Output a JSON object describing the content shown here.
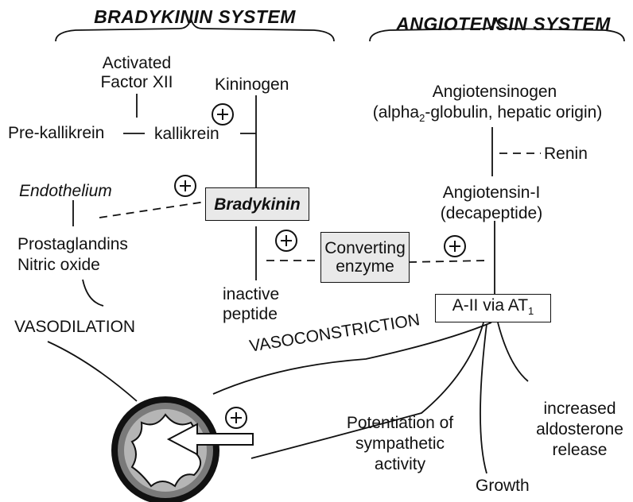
{
  "headings": {
    "bradykinin": "BRADYKININ SYSTEM",
    "angiotensin": "ANGIOTENSIN SYSTEM"
  },
  "bradykinin_system": {
    "activated_factor_line1": "Activated",
    "activated_factor_line2": "Factor XII",
    "kininogen": "Kininogen",
    "pre_kallikrein": "Pre-kallikrein",
    "kallikrein": "kallikrein",
    "endothelium": "Endothelium",
    "bradykinin": "Bradykinin",
    "prostaglandins": "Prostaglandins",
    "nitric_oxide": "Nitric oxide",
    "inactive_line1": "inactive",
    "inactive_line2": "peptide",
    "vasodilation": "VASODILATION"
  },
  "angiotensin_system": {
    "angiotensinogen": "Angiotensinogen",
    "globulin_prefix": "(alpha",
    "globulin_sub": "2",
    "globulin_suffix": "-globulin, hepatic origin)",
    "renin": "Renin",
    "angiotensin_i": "Angiotensin-I",
    "decapeptide": "(decapeptide)",
    "a2_prefix": "A-II via AT",
    "a2_sub": "1",
    "vasoconstriction": "VASOCONSTRICTION"
  },
  "converting_enzyme": {
    "line1": "Converting",
    "line2": "enzyme"
  },
  "effects": {
    "potentiation_line1": "Potentiation of",
    "potentiation_line2": "sympathetic",
    "potentiation_line3": "activity",
    "growth": "Growth",
    "aldosterone_line1": "increased",
    "aldosterone_line2": "aldosterone",
    "aldosterone_line3": "release"
  },
  "icons": [
    "plus-circle-icon",
    "vessel-cross-section-icon",
    "arrow-icon"
  ]
}
